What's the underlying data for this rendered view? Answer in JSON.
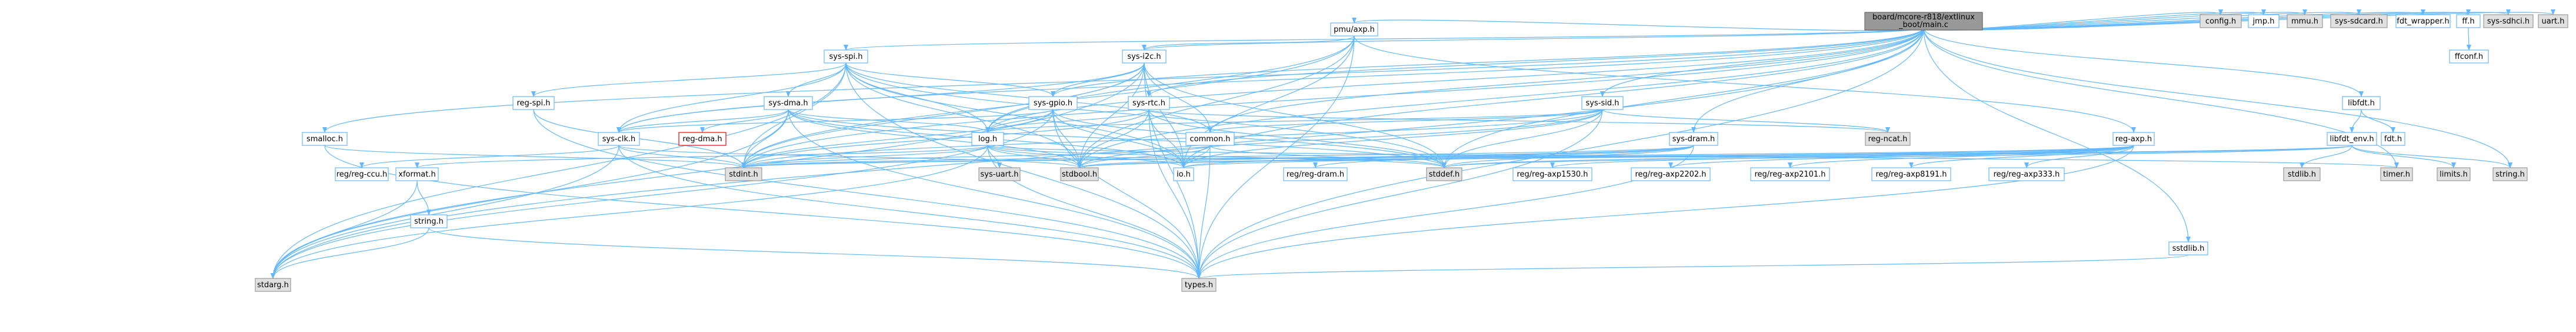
{
  "colors": {
    "root_fill": "#999999",
    "normal_fill": "#ffffff",
    "normal_border": "#63b8ff",
    "external_fill": "#e0e0e0",
    "external_border": "#999999",
    "highlight_border": "#ff0000",
    "edge": "#63b8ff"
  },
  "nodes": {
    "root": [
      "board/mcore-r818/extlinux",
      "_boot/main.c"
    ],
    "config": "config.h",
    "jmp": "jmp.h",
    "mmu": "mmu.h",
    "sys_sdcard": "sys-sdcard.h",
    "fdt_wrapper": "fdt_wrapper.h",
    "ff": "ff.h",
    "sys_sdhci": "sys-sdhci.h",
    "uart": "uart.h",
    "ffconf": "ffconf.h",
    "pmu_axp": "pmu/axp.h",
    "sys_spi": "sys-spi.h",
    "sys_i2c": "sys-i2c.h",
    "libfdt": "libfdt.h",
    "fdt": "fdt.h",
    "libfdt_env": "libfdt_env.h",
    "sys_rtc": "sys-rtc.h",
    "sys_sid": "sys-sid.h",
    "sys_gpio": "sys-gpio.h",
    "sys_dma": "sys-dma.h",
    "reg_spi": "reg-spi.h",
    "smalloc": "smalloc.h",
    "sys_clk": "sys-clk.h",
    "reg_dma": "reg-dma.h",
    "log": "log.h",
    "common": "common.h",
    "reg_ncat": "reg-ncat.h",
    "sys_dram": "sys-dram.h",
    "reg_axp": "reg-axp.h",
    "reg_ccu": "reg/reg-ccu.h",
    "xformat": "xformat.h",
    "stdint": "stdint.h",
    "sys_uart": "sys-uart.h",
    "stdbool": "stdbool.h",
    "io": "io.h",
    "stddef": "stddef.h",
    "reg_dram": "reg/reg-dram.h",
    "axp1530": "reg/reg-axp1530.h",
    "axp2202": "reg/reg-axp2202.h",
    "axp2101": "reg/reg-axp2101.h",
    "axp8191": "reg/reg-axp8191.h",
    "axp333": "reg/reg-axp333.h",
    "stdlib": "stdlib.h",
    "timer": "timer.h",
    "limits": "limits.h",
    "string_ext": "string.h",
    "string_int": "string.h",
    "sstdlib": "sstdlib.h",
    "stdarg": "stdarg.h",
    "types": "types.h"
  }
}
